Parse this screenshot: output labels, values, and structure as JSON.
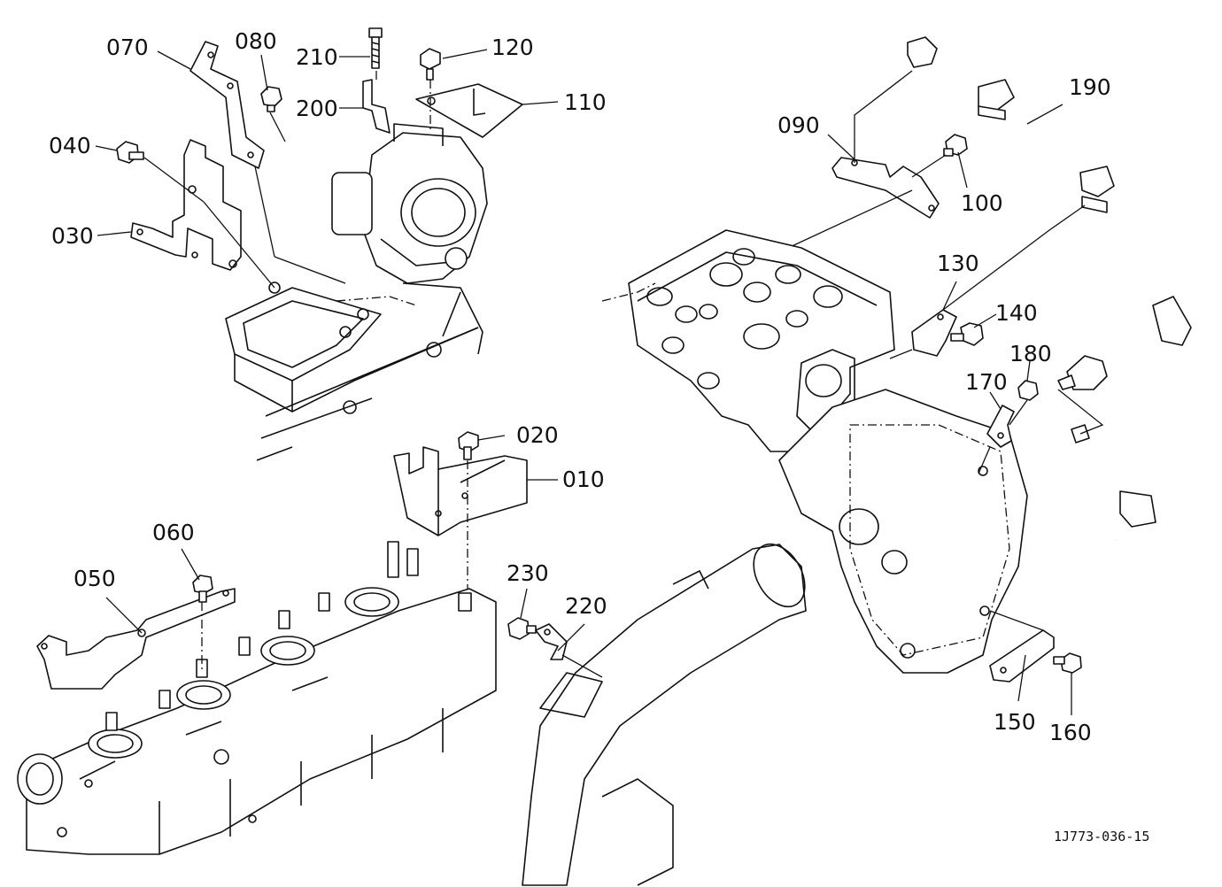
{
  "drawing_id": "1J773-036-15",
  "callouts": [
    {
      "id": "c010",
      "label": "010"
    },
    {
      "id": "c020",
      "label": "020"
    },
    {
      "id": "c030",
      "label": "030"
    },
    {
      "id": "c040",
      "label": "040"
    },
    {
      "id": "c050",
      "label": "050"
    },
    {
      "id": "c060",
      "label": "060"
    },
    {
      "id": "c070",
      "label": "070"
    },
    {
      "id": "c080",
      "label": "080"
    },
    {
      "id": "c090",
      "label": "090"
    },
    {
      "id": "c100",
      "label": "100"
    },
    {
      "id": "c110",
      "label": "110"
    },
    {
      "id": "c120",
      "label": "120"
    },
    {
      "id": "c130",
      "label": "130"
    },
    {
      "id": "c140",
      "label": "140"
    },
    {
      "id": "c150",
      "label": "150"
    },
    {
      "id": "c160",
      "label": "160"
    },
    {
      "id": "c170",
      "label": "170"
    },
    {
      "id": "c180",
      "label": "180"
    },
    {
      "id": "c190",
      "label": "190"
    },
    {
      "id": "c200",
      "label": "200"
    },
    {
      "id": "c210",
      "label": "210"
    },
    {
      "id": "c220",
      "label": "220"
    },
    {
      "id": "c230",
      "label": "230"
    }
  ]
}
